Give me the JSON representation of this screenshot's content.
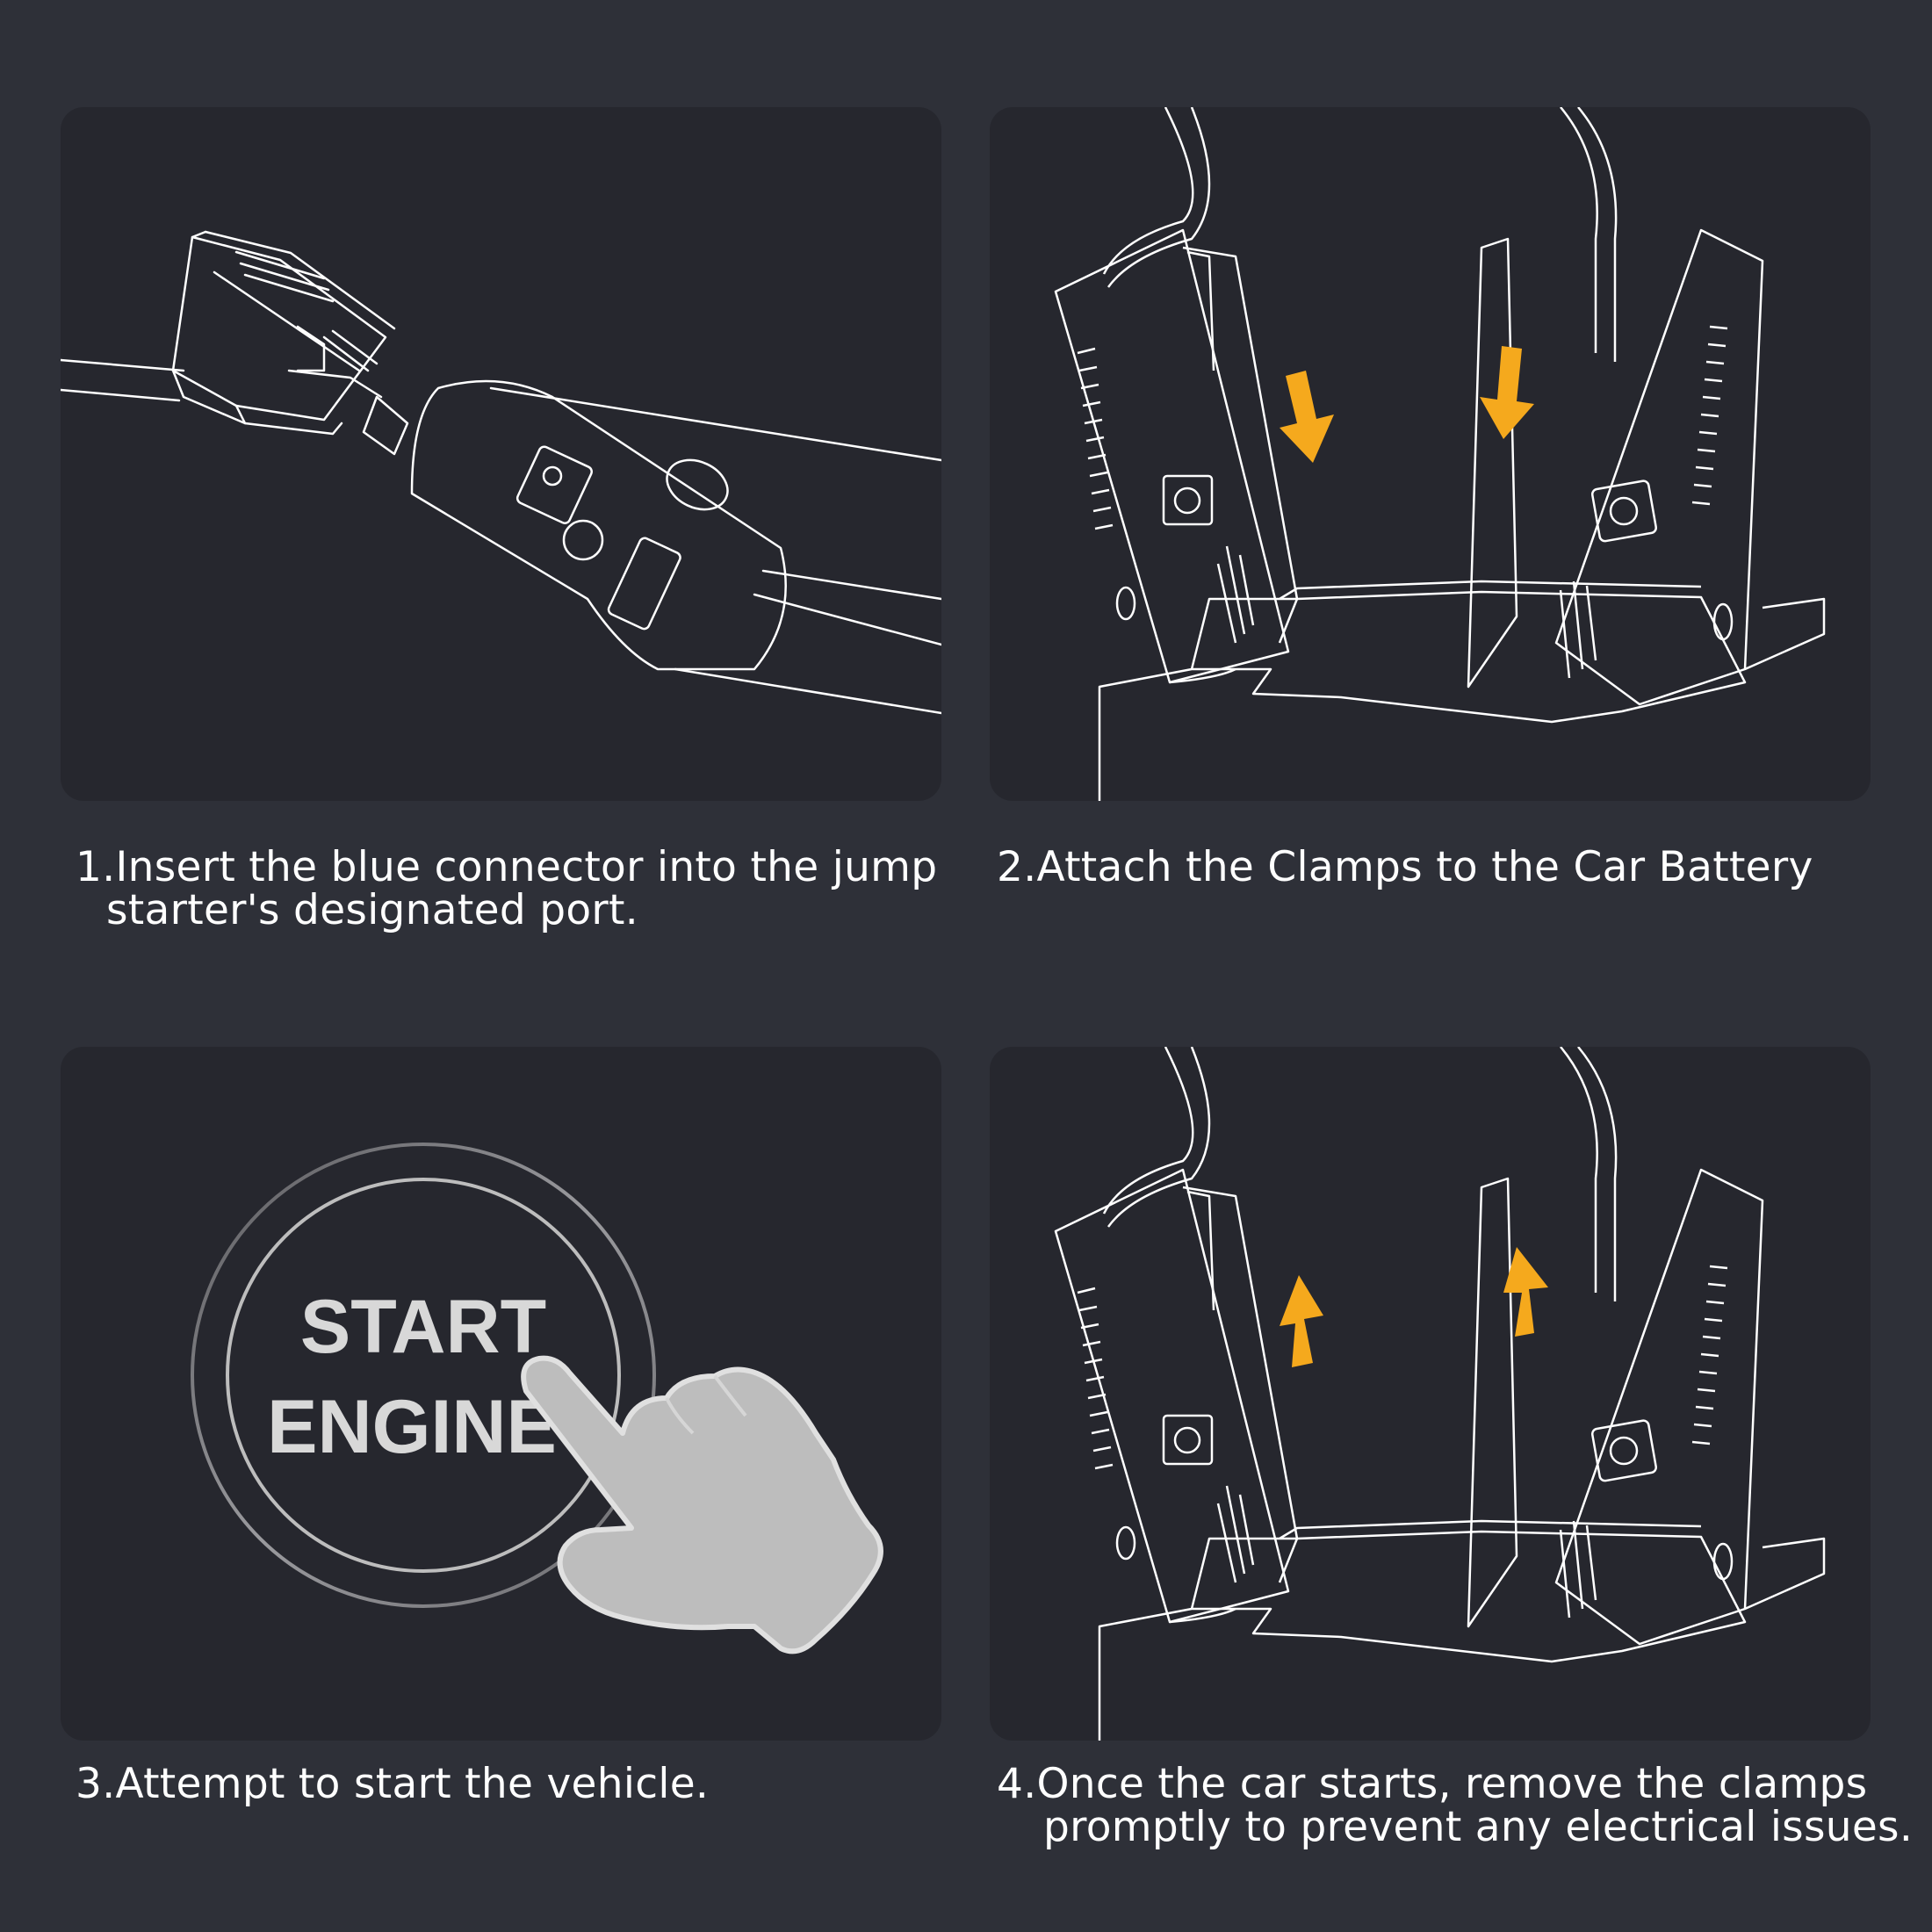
{
  "colors": {
    "background": "#2e3038",
    "panel": "#26272e",
    "line_art": "#ffffff",
    "arrow": "#f5a91d",
    "hand": "#bdbdbd",
    "button_text": "#d8d8d8"
  },
  "steps": [
    {
      "number": "1.",
      "line1": "Insert the blue connector into the jump",
      "line2": "starter's designated port."
    },
    {
      "number": "2.",
      "line1": "Attach the Clamps to the Car Battery",
      "line2": ""
    },
    {
      "number": "3.",
      "line1": "Attempt to start the vehicle.",
      "line2": ""
    },
    {
      "number": "4.",
      "line1": "Once the car starts, remove the clamps",
      "line2": "promptly to prevent any electrical issues."
    }
  ],
  "start_button": {
    "line1": "START",
    "line2": "ENGINE"
  },
  "icons": {
    "panel1": "jump-starter-connector-illustration",
    "panel2_arrows": "arrow-down-icon",
    "panel3": "pointing-hand-icon",
    "panel4_arrows": "arrow-up-icon"
  }
}
